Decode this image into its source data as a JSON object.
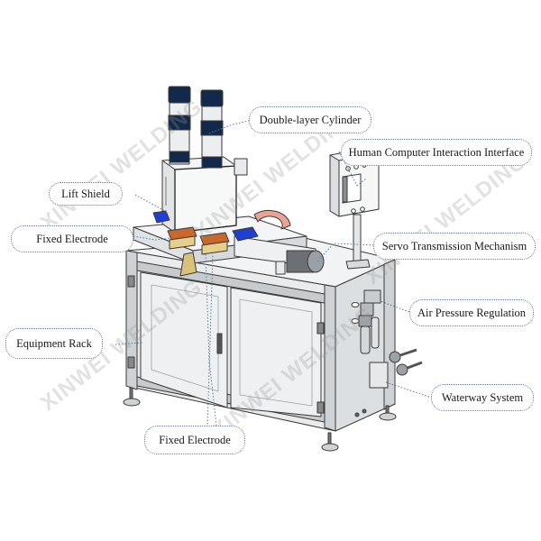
{
  "diagram": {
    "subject": "Welding machine component diagram",
    "watermark_text": "XINWEI WELDING",
    "callouts": [
      {
        "id": "double-layer-cylinder",
        "label": "Double-layer Cylinder"
      },
      {
        "id": "human-computer-interaction-interface",
        "label": "Human Computer Interaction Interface"
      },
      {
        "id": "lift-shield",
        "label": "Lift Shield"
      },
      {
        "id": "fixed-electrode-left",
        "label": "Fixed Electrode"
      },
      {
        "id": "servo-transmission-mechanism",
        "label": "Servo Transmission Mechanism"
      },
      {
        "id": "air-pressure-regulation",
        "label": "Air Pressure Regulation"
      },
      {
        "id": "equipment-rack",
        "label": "Equipment Rack"
      },
      {
        "id": "waterway-system",
        "label": "Waterway System"
      },
      {
        "id": "fixed-electrode-bottom",
        "label": "Fixed Electrode"
      }
    ],
    "colors": {
      "cylinder_cap": "#13294b",
      "lift_shield_blue": "#1f3fd0",
      "electrode_copper": "#c8682a",
      "electrode_brass": "#d9c27a",
      "servo_ring": "#e8a090",
      "frame_gray": "#d8dadc",
      "panel_gray": "#eceeef",
      "outline": "#3a3a3a",
      "leader_line": "#5a7aa0"
    }
  }
}
